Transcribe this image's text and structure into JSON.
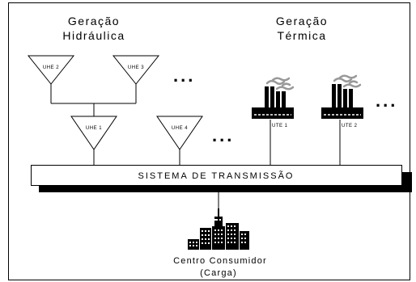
{
  "headers": {
    "hydro_line1": "Geração",
    "hydro_line2": "Hidráulica",
    "thermal_line1": "Geração",
    "thermal_line2": "Térmica"
  },
  "hydro_plants": [
    "UHE 2",
    "UHE 3",
    "UHE 1",
    "UHE 4"
  ],
  "thermal_plants": [
    "UTE 1",
    "UTE 2"
  ],
  "ellipsis": "...",
  "transmission": "SISTEMA DE TRANSMISSÃO",
  "consumer": {
    "line1": "Centro Consumidor",
    "line2": "(Carga)"
  }
}
